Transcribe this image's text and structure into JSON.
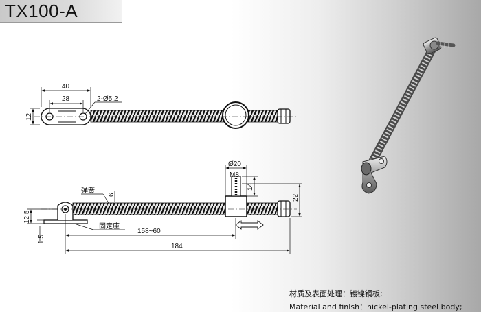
{
  "title": "TX100-A",
  "dimensions": {
    "d40": "40",
    "d28": "28",
    "holes": "2-Ø5.2",
    "d12": "12",
    "d20": "Ø20",
    "m8": "M8",
    "d14": "14",
    "d22": "22",
    "d6": "6",
    "d12_5": "12.5",
    "d1_5": "1.5",
    "d158_60": "158~60",
    "d184": "184"
  },
  "labels": {
    "spring": "弹簧",
    "base": "固定座"
  },
  "finish": {
    "cn": "材质及表面处理：镀镍钢板;",
    "en": "Material and finlsh：nickel-plating steel body;"
  }
}
